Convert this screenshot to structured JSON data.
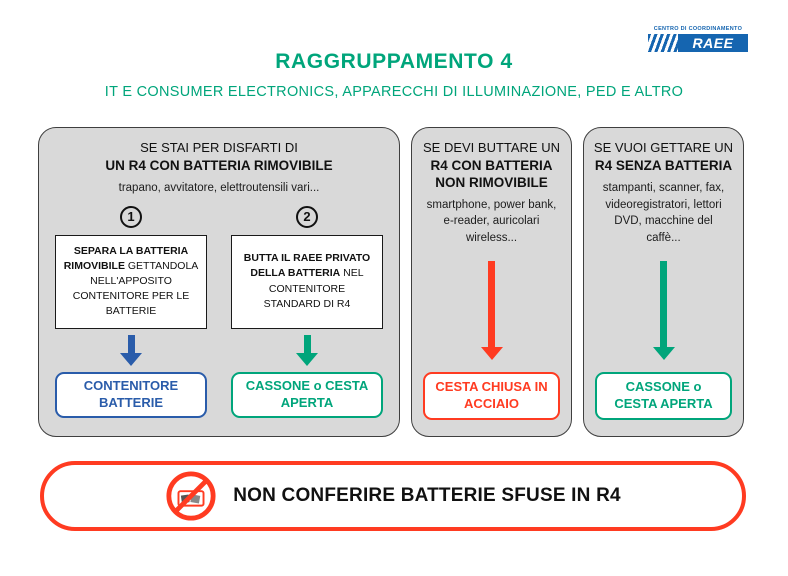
{
  "colors": {
    "green": "#00A57B",
    "blue": "#2A5CAA",
    "red": "#FF3B21",
    "panel-bg": "#D9D9D9",
    "panel-border": "#3F3F3F",
    "logo-blue": "#1565B0"
  },
  "header": {
    "title": "RAGGRUPPAMENTO 4",
    "subtitle": "IT E CONSUMER ELECTRONICS, APPARECCHI DI ILLUMINAZIONE, PED E ALTRO"
  },
  "logo": {
    "top_text": "CENTRO DI COORDINAMENTO",
    "name": "RAEE"
  },
  "panel1": {
    "header_line1": "SE STAI PER DISFARTI DI",
    "header_line2": "UN R4 CON BATTERIA RIMOVIBILE",
    "examples": "trapano, avvitatore, elettroutensili vari...",
    "step1": {
      "number": "1",
      "bold": "SEPARA LA BATTERIA RIMOVIBILE",
      "rest": "GETTANDOLA NELL'APPOSITO CONTENITORE PER LE BATTERIE",
      "result": "CONTENITORE BATTERIE"
    },
    "step2": {
      "number": "2",
      "bold": "BUTTA IL RAEE PRIVATO DELLA BATTERIA",
      "rest": "NEL CONTENITORE STANDARD DI R4",
      "result": "CASSONE o CESTA APERTA"
    }
  },
  "panel2": {
    "header_line1": "SE DEVI BUTTARE UN",
    "header_line2": "R4 CON BATTERIA NON RIMOVIBILE",
    "examples": "smartphone, power bank, e-reader, auricolari wireless...",
    "result": "CESTA CHIUSA IN ACCIAIO"
  },
  "panel3": {
    "header_line1": "SE VUOI GETTARE UN",
    "header_line2": "R4 SENZA BATTERIA",
    "examples": "stampanti, scanner, fax, videoregistratori, lettori DVD, macchine del caffè...",
    "result": "CASSONE o CESTA APERTA"
  },
  "footer": {
    "text": "NON CONFERIRE BATTERIE SFUSE IN R4"
  }
}
